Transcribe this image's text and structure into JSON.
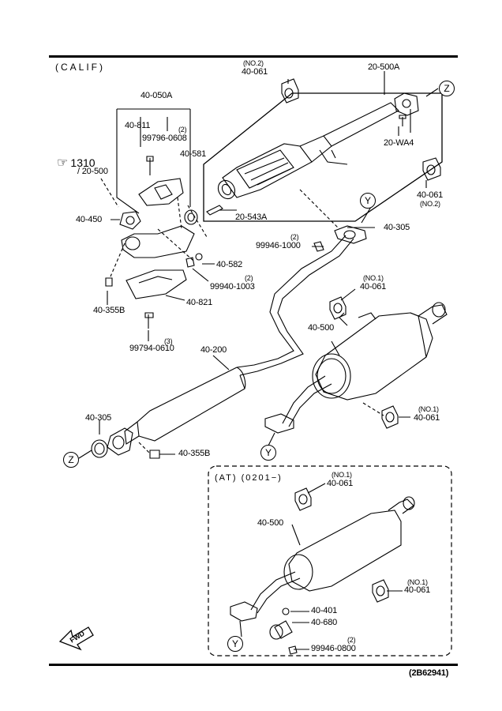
{
  "header": {
    "section": "(CALIF)"
  },
  "footer": {
    "code": "(2B62941)"
  },
  "sub_box": {
    "title": "(AT)  (0201−)"
  },
  "callouts": {
    "z": "Z",
    "y": "Y"
  },
  "ref": {
    "symbol": "☞",
    "main": "1310",
    "sub": "/ 20-500"
  },
  "fwd": "FWD",
  "parts": {
    "p40_061_no2_top": {
      "note": "(NO.2)",
      "num": "40-061"
    },
    "p20_500A": "20-500A",
    "p40_050A": "40-050A",
    "p40_811": "40-811",
    "p99796_0608": {
      "qty": "(2)",
      "num": "99796-0608"
    },
    "p40_581": "40-581",
    "p20_WA4": "20-WA4",
    "p40_061_no2_right": {
      "num": "40-061",
      "note": "(NO.2)"
    },
    "p20_543A": "20-543A",
    "p40_450": "40-450",
    "p40_305_top": "40-305",
    "p99946_1000": {
      "qty": "(2)",
      "num": "99946-1000"
    },
    "p40_582": "40-582",
    "p99940_1003": {
      "qty": "(2)",
      "num": "99940-1003"
    },
    "p40_355B_left": "40-355B",
    "p40_821": "40-821",
    "p40_061_no1_top": {
      "note": "(NO.1)",
      "num": "40-061"
    },
    "p99794_0610": {
      "qty": "(3)",
      "num": "99794-0610"
    },
    "p40_500": "40-500",
    "p40_200": "40-200",
    "p40_061_no1_right": {
      "note": "(NO.1)",
      "num": "40-061"
    },
    "p40_305_bottom": "40-305",
    "p40_355B_bottom": "40-355B",
    "at_40_061_top": {
      "note": "(NO.1)",
      "num": "40-061"
    },
    "at_40_500": "40-500",
    "at_40_061_right": {
      "note": "(NO.1)",
      "num": "40-061"
    },
    "at_40_401": "40-401",
    "at_40_680": "40-680",
    "at_99946_0800": {
      "qty": "(2)",
      "num": "99946-0800"
    }
  }
}
